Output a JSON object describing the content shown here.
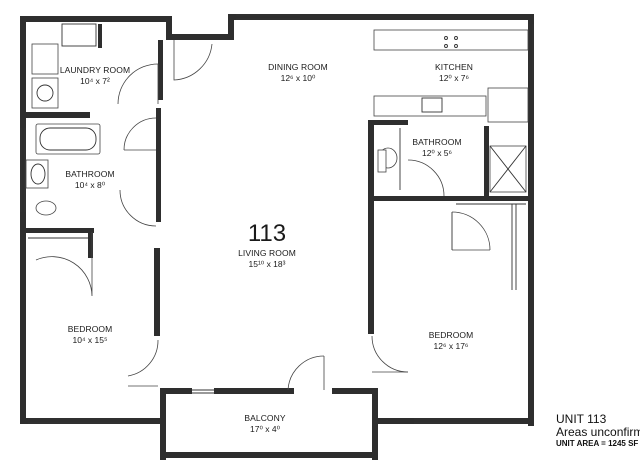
{
  "unit_number": "113",
  "rooms": {
    "laundry": {
      "name": "LAUNDRY ROOM",
      "dim": "10⁴ x 7²"
    },
    "dining": {
      "name": "DINING ROOM",
      "dim": "12⁶ x 10⁰"
    },
    "kitchen": {
      "name": "KITCHEN",
      "dim": "12⁰ x 7⁶"
    },
    "bath1": {
      "name": "BATHROOM",
      "dim": "10⁴ x 8⁰"
    },
    "bath2": {
      "name": "BATHROOM",
      "dim": "12⁰ x 5⁶"
    },
    "living": {
      "name": "LIVING ROOM",
      "dim": "15¹⁰ x 18³"
    },
    "bed1": {
      "name": "BEDROOM",
      "dim": "10⁴ x 15⁵"
    },
    "bed2": {
      "name": "BEDROOM",
      "dim": "12⁶ x 17⁶"
    },
    "balcony": {
      "name": "BALCONY",
      "dim": "17⁰ x 4⁰"
    }
  },
  "legend": {
    "line1": "UNIT 113",
    "line2": "Areas unconfirme",
    "line3": "UNIT AREA = 1245 SF"
  }
}
